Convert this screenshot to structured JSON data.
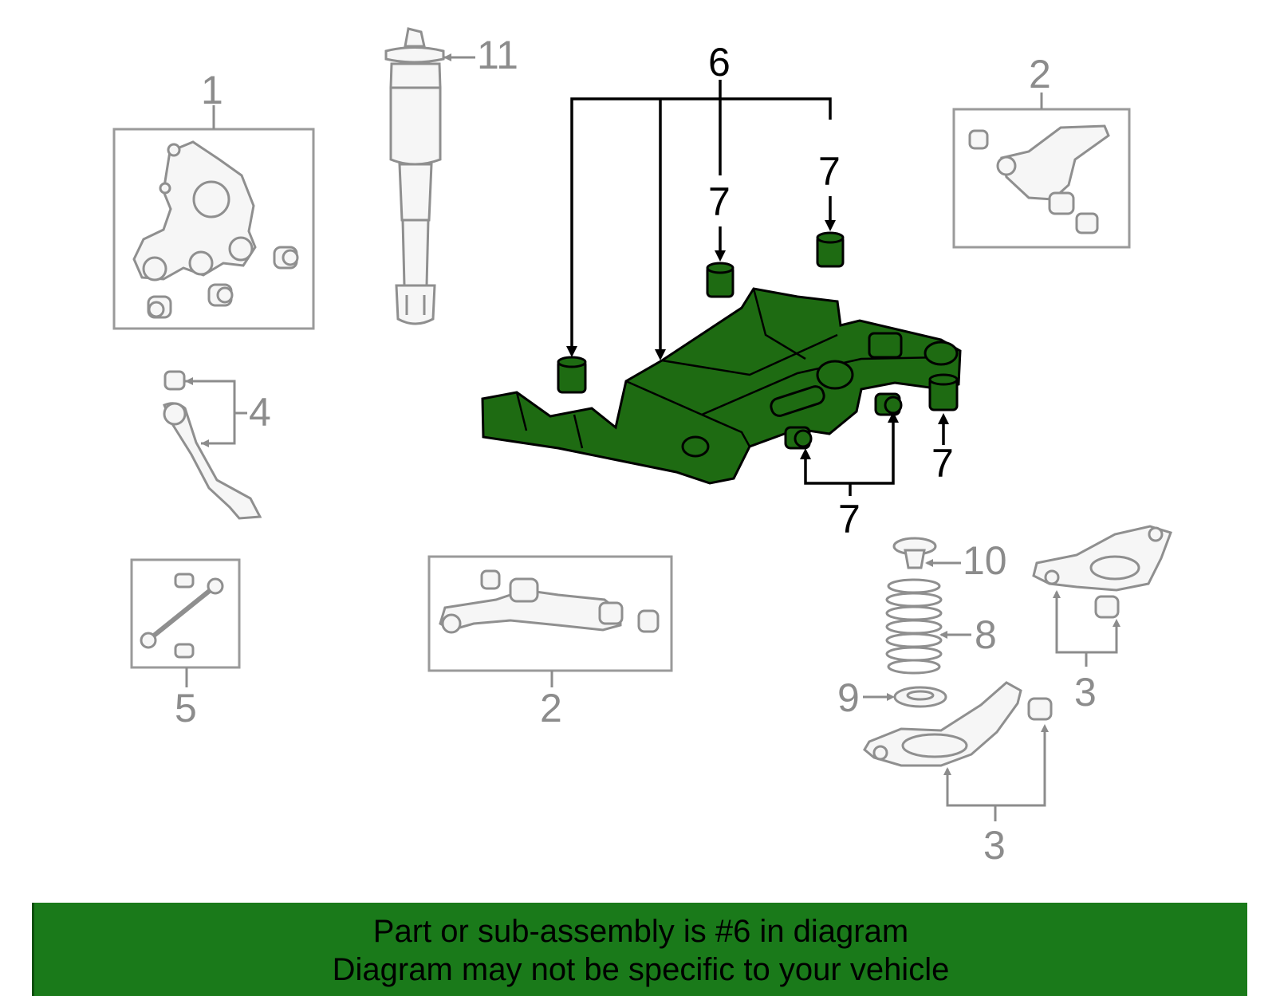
{
  "callouts": {
    "c1": "1",
    "c2a": "2",
    "c2b": "2",
    "c3a": "3",
    "c3b": "3",
    "c4": "4",
    "c5": "5",
    "c6": "6",
    "c7a": "7",
    "c7b": "7",
    "c7c": "7",
    "c7d": "7",
    "c8": "8",
    "c9": "9",
    "c10": "10",
    "c11": "11"
  },
  "colors": {
    "highlight": "#1e6b12",
    "banner": "#1a7a1a",
    "callout_grey": "#8c8c8c"
  },
  "banner": {
    "line1": "Part or sub-assembly is #6 in diagram",
    "line2": "Diagram may not be specific to your vehicle"
  }
}
